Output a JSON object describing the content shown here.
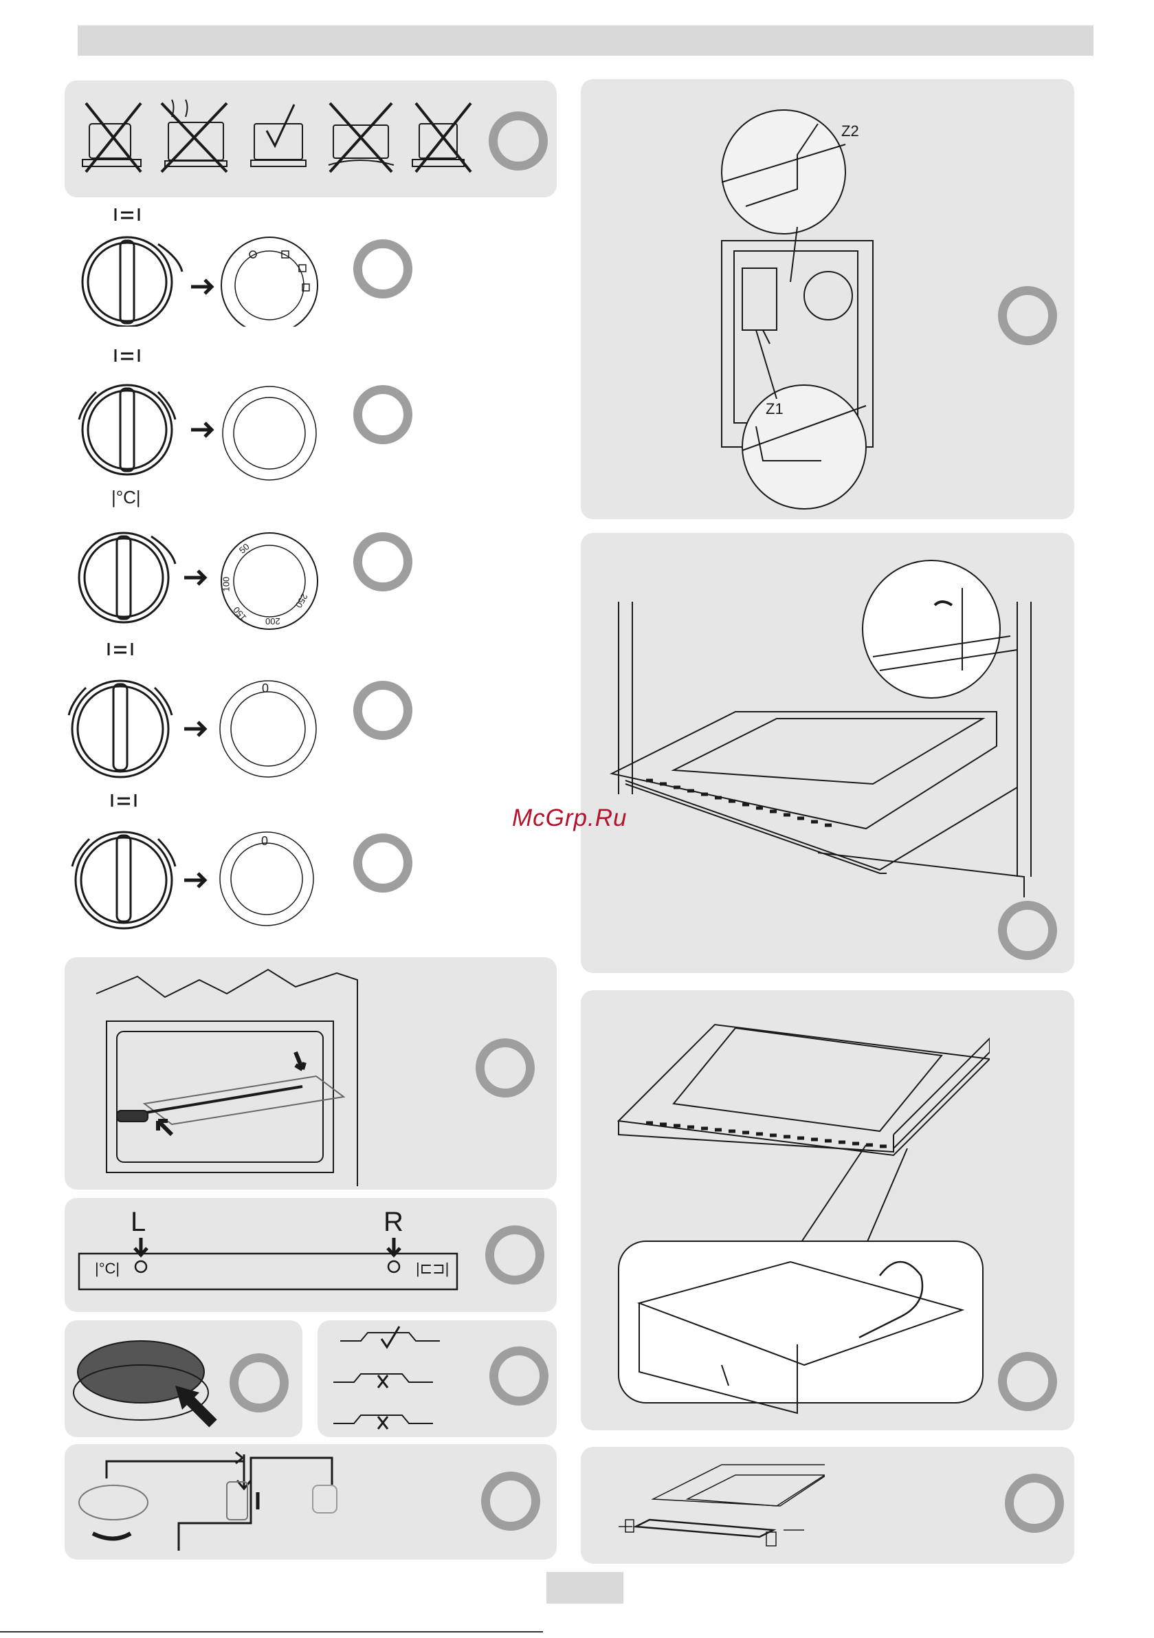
{
  "header": {
    "band": ""
  },
  "watermark": "McGrp.Ru",
  "oven_insert": {
    "label_top": "Z2",
    "label_bottom": "Z1"
  },
  "thermostat_knob": {
    "symbol": "|°C|",
    "ticks": [
      "50",
      "100",
      "150",
      "200",
      "250"
    ]
  },
  "selector_dial_4": {
    "zero": "0"
  },
  "selector_dial_5": {
    "zero": "0"
  },
  "control_panel": {
    "left_label": "L",
    "right_label": "R",
    "left_symbol": "|°C|",
    "right_symbol": "|⊏⊐|"
  },
  "colors": {
    "panel": "#e6e6e6",
    "ring": "#9e9e9e",
    "ink": "#1a1a1a",
    "watermark": "#b5122b"
  }
}
